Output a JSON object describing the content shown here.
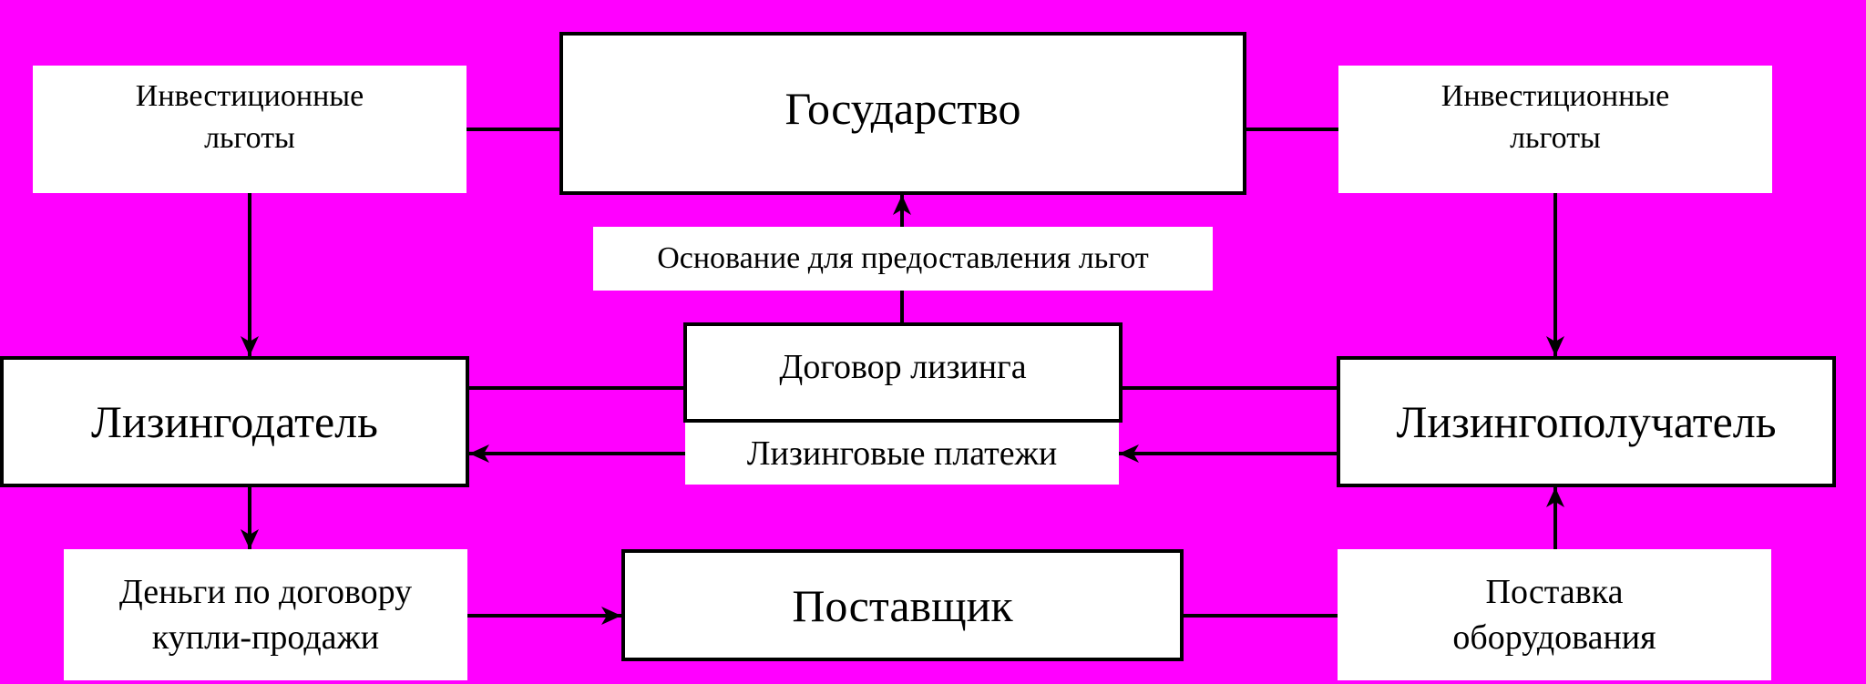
{
  "colors": {
    "background": "#FF00FF",
    "box_fill": "#FFFFFF",
    "line": "#000000"
  },
  "nodes": {
    "state": "Государство",
    "benefits_left": "Инвестиционные\nльготы",
    "benefits_right": "Инвестиционные\nльготы",
    "grounds": "Основание для предоставления льгот",
    "contract": "Договор лизинга",
    "payments": "Лизинговые платежи",
    "lessor": "Лизингодатель",
    "lessee": "Лизингополучатель",
    "money": "Деньги по договору\nкупли-продажи",
    "supplier": "Поставщик",
    "delivery": "Поставка\nоборудования"
  },
  "edges": [
    {
      "from": "state",
      "to": "benefits_left",
      "arrow": true
    },
    {
      "from": "state",
      "to": "benefits_right",
      "arrow": true
    },
    {
      "from": "benefits_left",
      "to": "lessor",
      "arrow": true
    },
    {
      "from": "benefits_right",
      "to": "lessee",
      "arrow": true
    },
    {
      "from": "grounds",
      "to": "state",
      "arrow": true
    },
    {
      "from": "contract",
      "to": "grounds",
      "arrow": false
    },
    {
      "from": "lessor",
      "to": "contract",
      "arrow": false
    },
    {
      "from": "lessee",
      "to": "contract",
      "arrow": false
    },
    {
      "from": "payments",
      "to": "lessor",
      "arrow": true
    },
    {
      "from": "lessee",
      "to": "payments",
      "arrow": true
    },
    {
      "from": "lessor",
      "to": "money",
      "arrow": true
    },
    {
      "from": "money",
      "to": "supplier",
      "arrow": true
    },
    {
      "from": "supplier",
      "to": "delivery",
      "arrow": true
    },
    {
      "from": "delivery",
      "to": "lessee",
      "arrow": true
    }
  ]
}
